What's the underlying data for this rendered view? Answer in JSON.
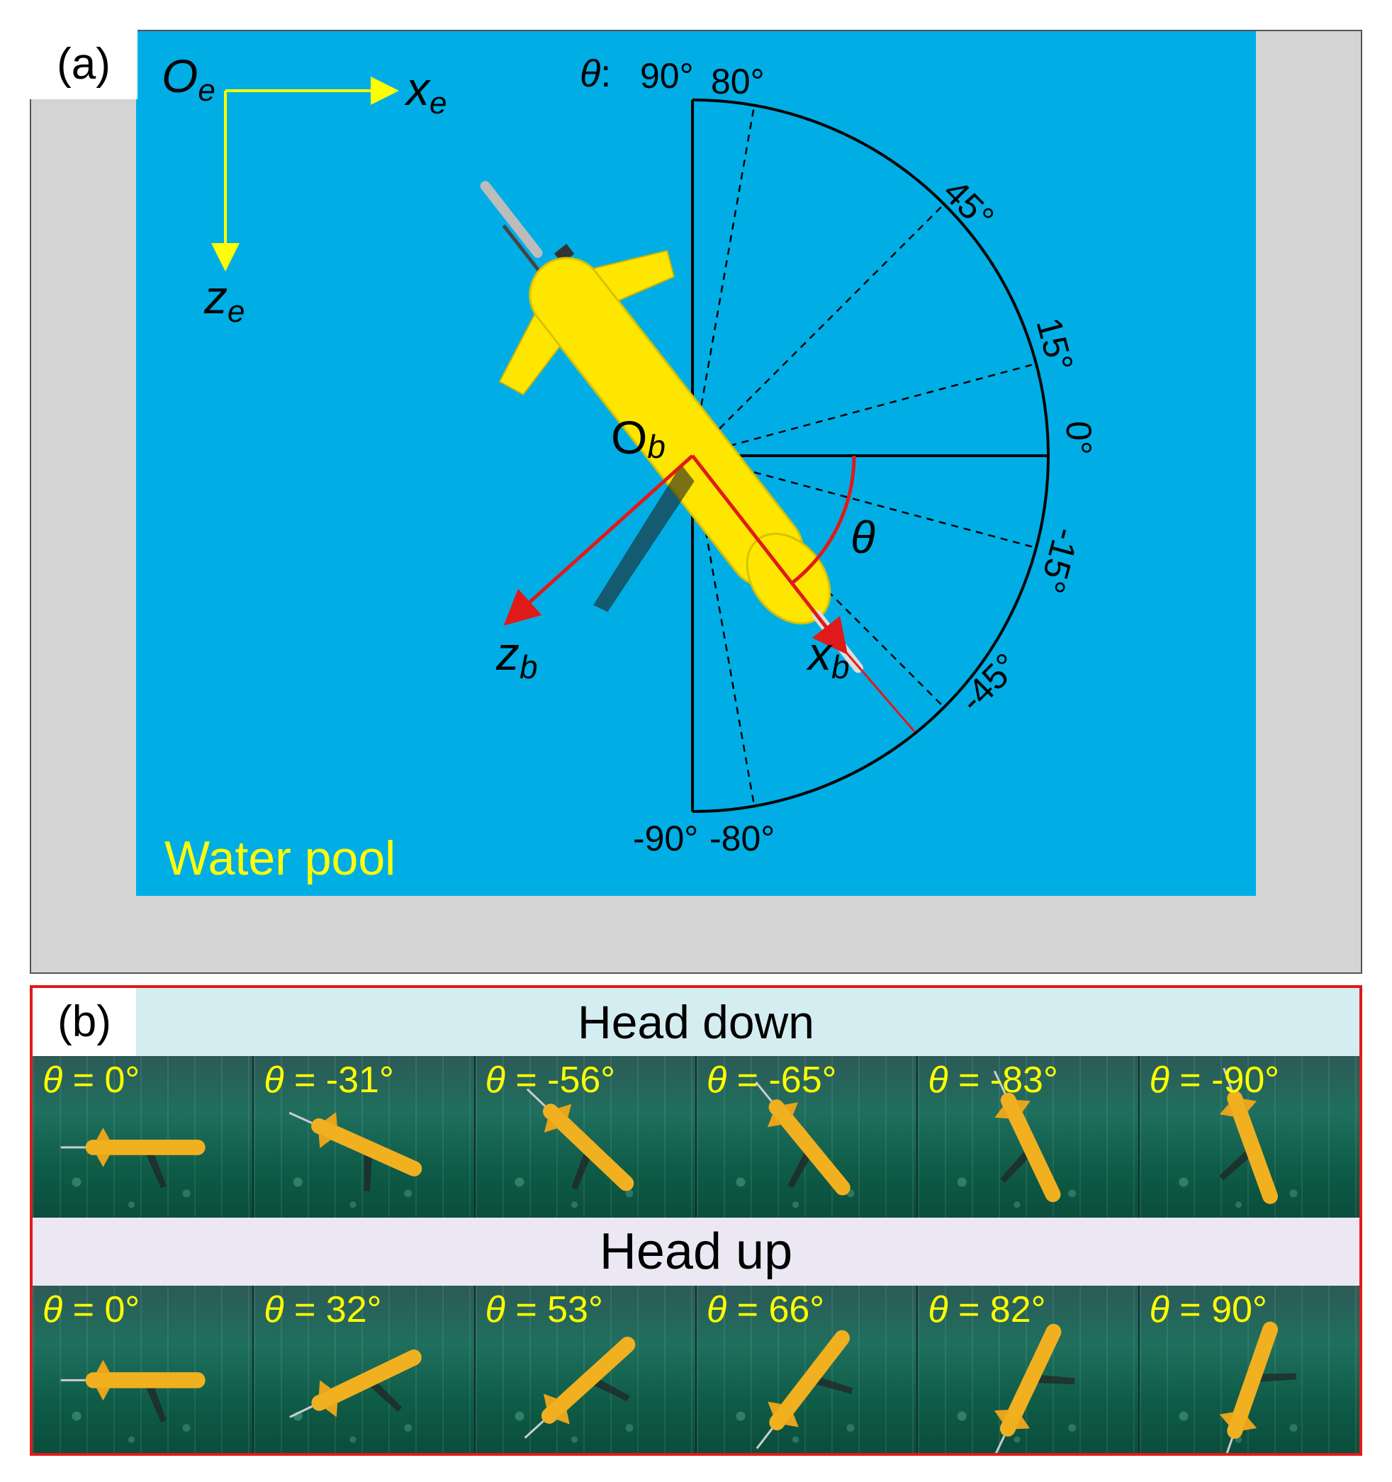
{
  "panel_a": {
    "label": "(a)",
    "earth_frame": {
      "origin": "O",
      "origin_sub": "e",
      "x_axis": "x",
      "x_sub": "e",
      "z_axis": "z",
      "z_sub": "e"
    },
    "body_frame": {
      "origin": "O",
      "origin_sub": "b",
      "x_axis": "x",
      "x_sub": "b",
      "z_axis": "z",
      "z_sub": "b"
    },
    "theta_prefix": "θ:",
    "theta_symbol": "θ",
    "angle_labels": {
      "a90": "90°",
      "a80": "80°",
      "a45": "45°",
      "a15": "15°",
      "a0": "0°",
      "am15": "-15°",
      "am45": "-45°",
      "am90": "-90°",
      "am80": "-80°"
    },
    "pool_label": "Water pool",
    "colors": {
      "pool": "#00aee5",
      "background": "#d4d4d4",
      "axis_earth": "#ffff00",
      "axis_body": "#e01a1a",
      "glider": "#ffe600"
    }
  },
  "panel_b": {
    "label": "(b)",
    "head_down": {
      "title": "Head down",
      "frames": [
        {
          "theta": "θ",
          "value": " = 0°",
          "angle": 0
        },
        {
          "theta": "θ",
          "value": " = -31°",
          "angle": -31
        },
        {
          "theta": "θ",
          "value": " = -56°",
          "angle": -56
        },
        {
          "theta": "θ",
          "value": " = -65°",
          "angle": -65
        },
        {
          "theta": "θ",
          "value": " = -83°",
          "angle": -83
        },
        {
          "theta": "θ",
          "value": " = -90°",
          "angle": -90
        }
      ]
    },
    "head_up": {
      "title": "Head up",
      "frames": [
        {
          "theta": "θ",
          "value": " = 0°",
          "angle": 0
        },
        {
          "theta": "θ",
          "value": " = 32°",
          "angle": 32
        },
        {
          "theta": "θ",
          "value": " = 53°",
          "angle": 53
        },
        {
          "theta": "θ",
          "value": " = 66°",
          "angle": 66
        },
        {
          "theta": "θ",
          "value": " = 82°",
          "angle": 82
        },
        {
          "theta": "θ",
          "value": " = 90°",
          "angle": 90
        }
      ]
    }
  }
}
